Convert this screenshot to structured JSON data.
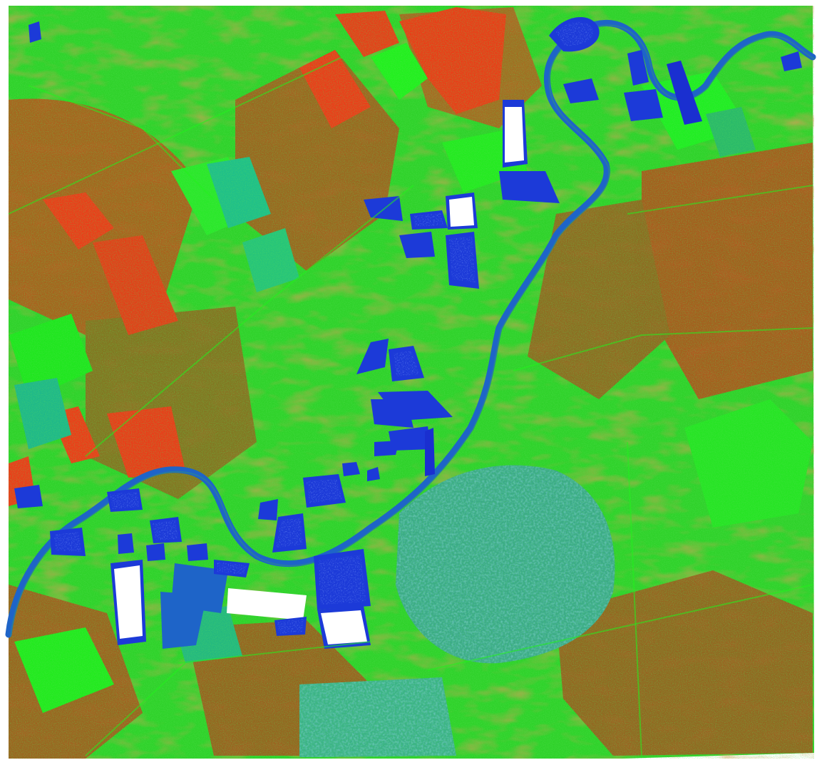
{
  "image": {
    "kind": "false-color satellite classification map",
    "legend_visible": false,
    "text_visible": false
  },
  "palette": {
    "background": "#ffffff",
    "vegetation_bright": "#22e81c",
    "vegetation_mid": "#3ccf2a",
    "vegetation_dark": "#2aa82a",
    "bare_soil": "#c8521c",
    "bare_soil_bright": "#ee3a18",
    "crop_mixed": "#8a8a22",
    "wetland": "#1fbf8a",
    "urban": "#3aa88a",
    "water_river": "#1e64c8",
    "water_pond": "#1c3ad8",
    "water_deep": "#1a2fd0",
    "saturated": "#ffffff"
  },
  "features": {
    "river": {
      "class": "water",
      "color_key": "water_river"
    },
    "ponds": {
      "class": "water",
      "color_key": "water_pond"
    },
    "bright_fields": {
      "class": "bare soil",
      "color_key": "bare_soil_bright"
    },
    "urban_area": {
      "class": "urban",
      "color_key": "urban"
    }
  }
}
